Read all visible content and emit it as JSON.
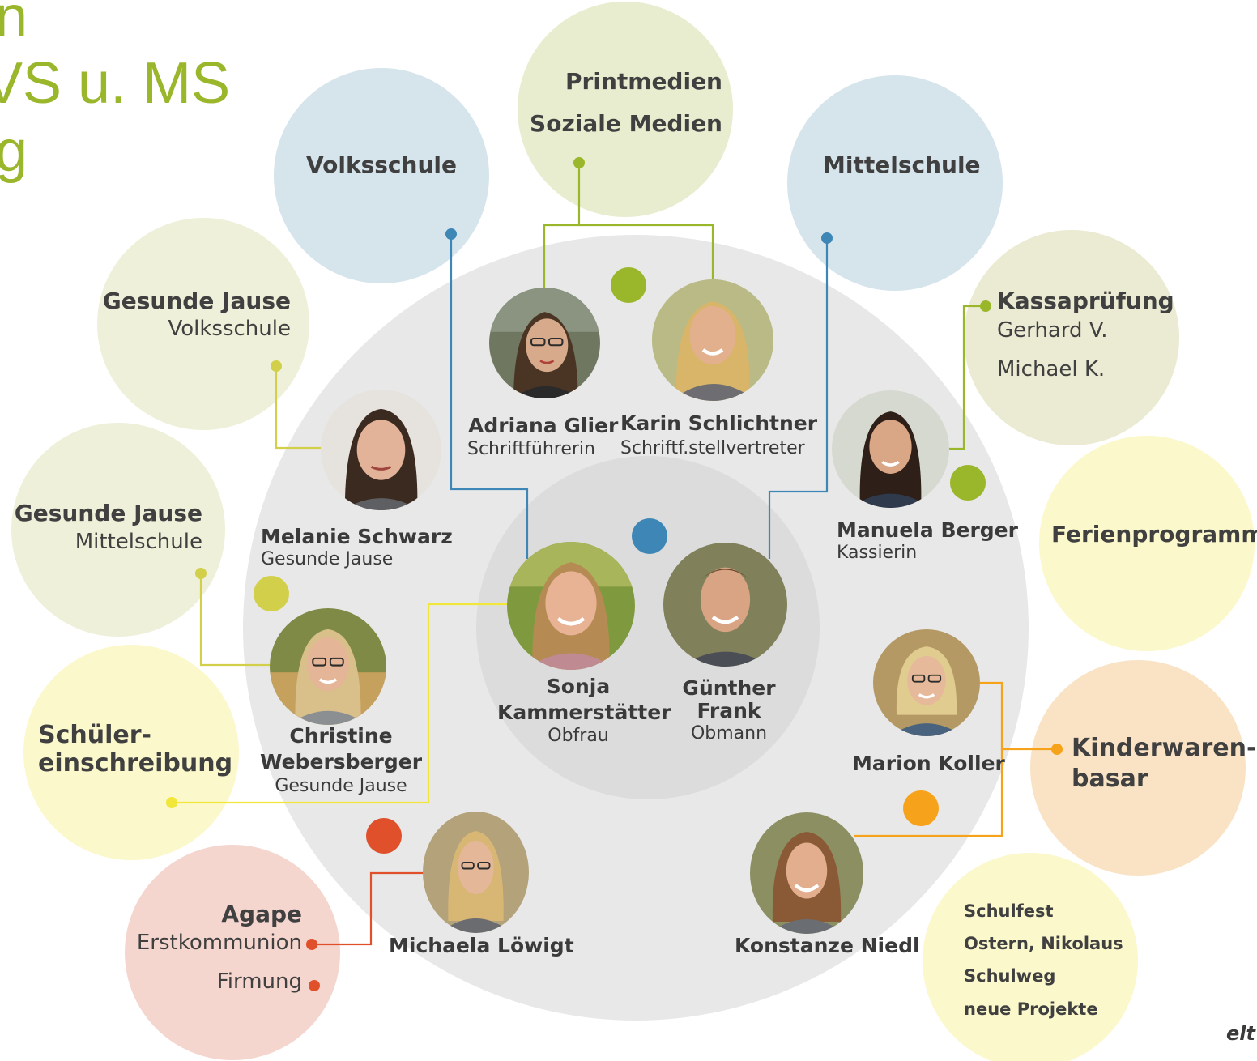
{
  "title": {
    "line1": "n",
    "line2": "VS u. MS",
    "line3": "g"
  },
  "bubbles": {
    "printmedien": "Printmedien",
    "soziale_medien": "Soziale Medien",
    "volksschule": "Volksschule",
    "mittelschule": "Mittelschule",
    "gesunde_jause_vs_title": "Gesunde Jause",
    "gesunde_jause_vs_sub": "Volksschule",
    "gesunde_jause_ms_title": "Gesunde Jause",
    "gesunde_jause_ms_sub": "Mittelschule",
    "kassapruefung_title": "Kassaprüfung",
    "kassapruefung_p1": "Gerhard V.",
    "kassapruefung_p2": "Michael K.",
    "ferienprogramm": "Ferienprogramm",
    "schueler_line1": "Schüler-",
    "schueler_line2": "einschreibung",
    "kinderwaren_line1": "Kinderwaren-",
    "kinderwaren_line2": "basar",
    "agape_title": "Agape",
    "agape_p1": "Erstkommunion",
    "agape_p2": "Firmung",
    "events": [
      "Schulfest",
      "Ostern, Nikolaus",
      "Schulweg",
      "neue Projekte"
    ]
  },
  "people": {
    "adriana": {
      "name": "Adriana Glier",
      "role": "Schriftführerin"
    },
    "karin": {
      "name": "Karin Schlichtner",
      "role": "Schriftf.stellvertreter"
    },
    "melanie": {
      "name": "Melanie Schwarz",
      "role": "Gesunde Jause"
    },
    "manuela": {
      "name": "Manuela Berger",
      "role": "Kassierin"
    },
    "sonja": {
      "name_line1": "Sonja",
      "name_line2": "Kammerstätter",
      "role": "Obfrau"
    },
    "guenther": {
      "name_line1": "Günther",
      "name_line2": "Frank",
      "role": "Obmann"
    },
    "christine": {
      "name_line1": "Christine",
      "name_line2": "Webersberger",
      "role": "Gesunde Jause"
    },
    "marion": {
      "name": "Marion Koller"
    },
    "michaela": {
      "name": "Michaela Löwigt"
    },
    "konstanze": {
      "name": "Konstanze Niedl"
    }
  },
  "footer": {
    "partial_text": "elt"
  },
  "colors": {
    "title_green": "#9ab62a",
    "green_line": "#9ab62a",
    "blue_line": "#3d86b6",
    "yellow_line": "#f1e63a",
    "olive_line": "#d2cf4a",
    "orange_line": "#f7a21b",
    "red_line": "#e0502a",
    "outer_ring": "#e8e8e8",
    "inner_ring": "#dedede"
  }
}
